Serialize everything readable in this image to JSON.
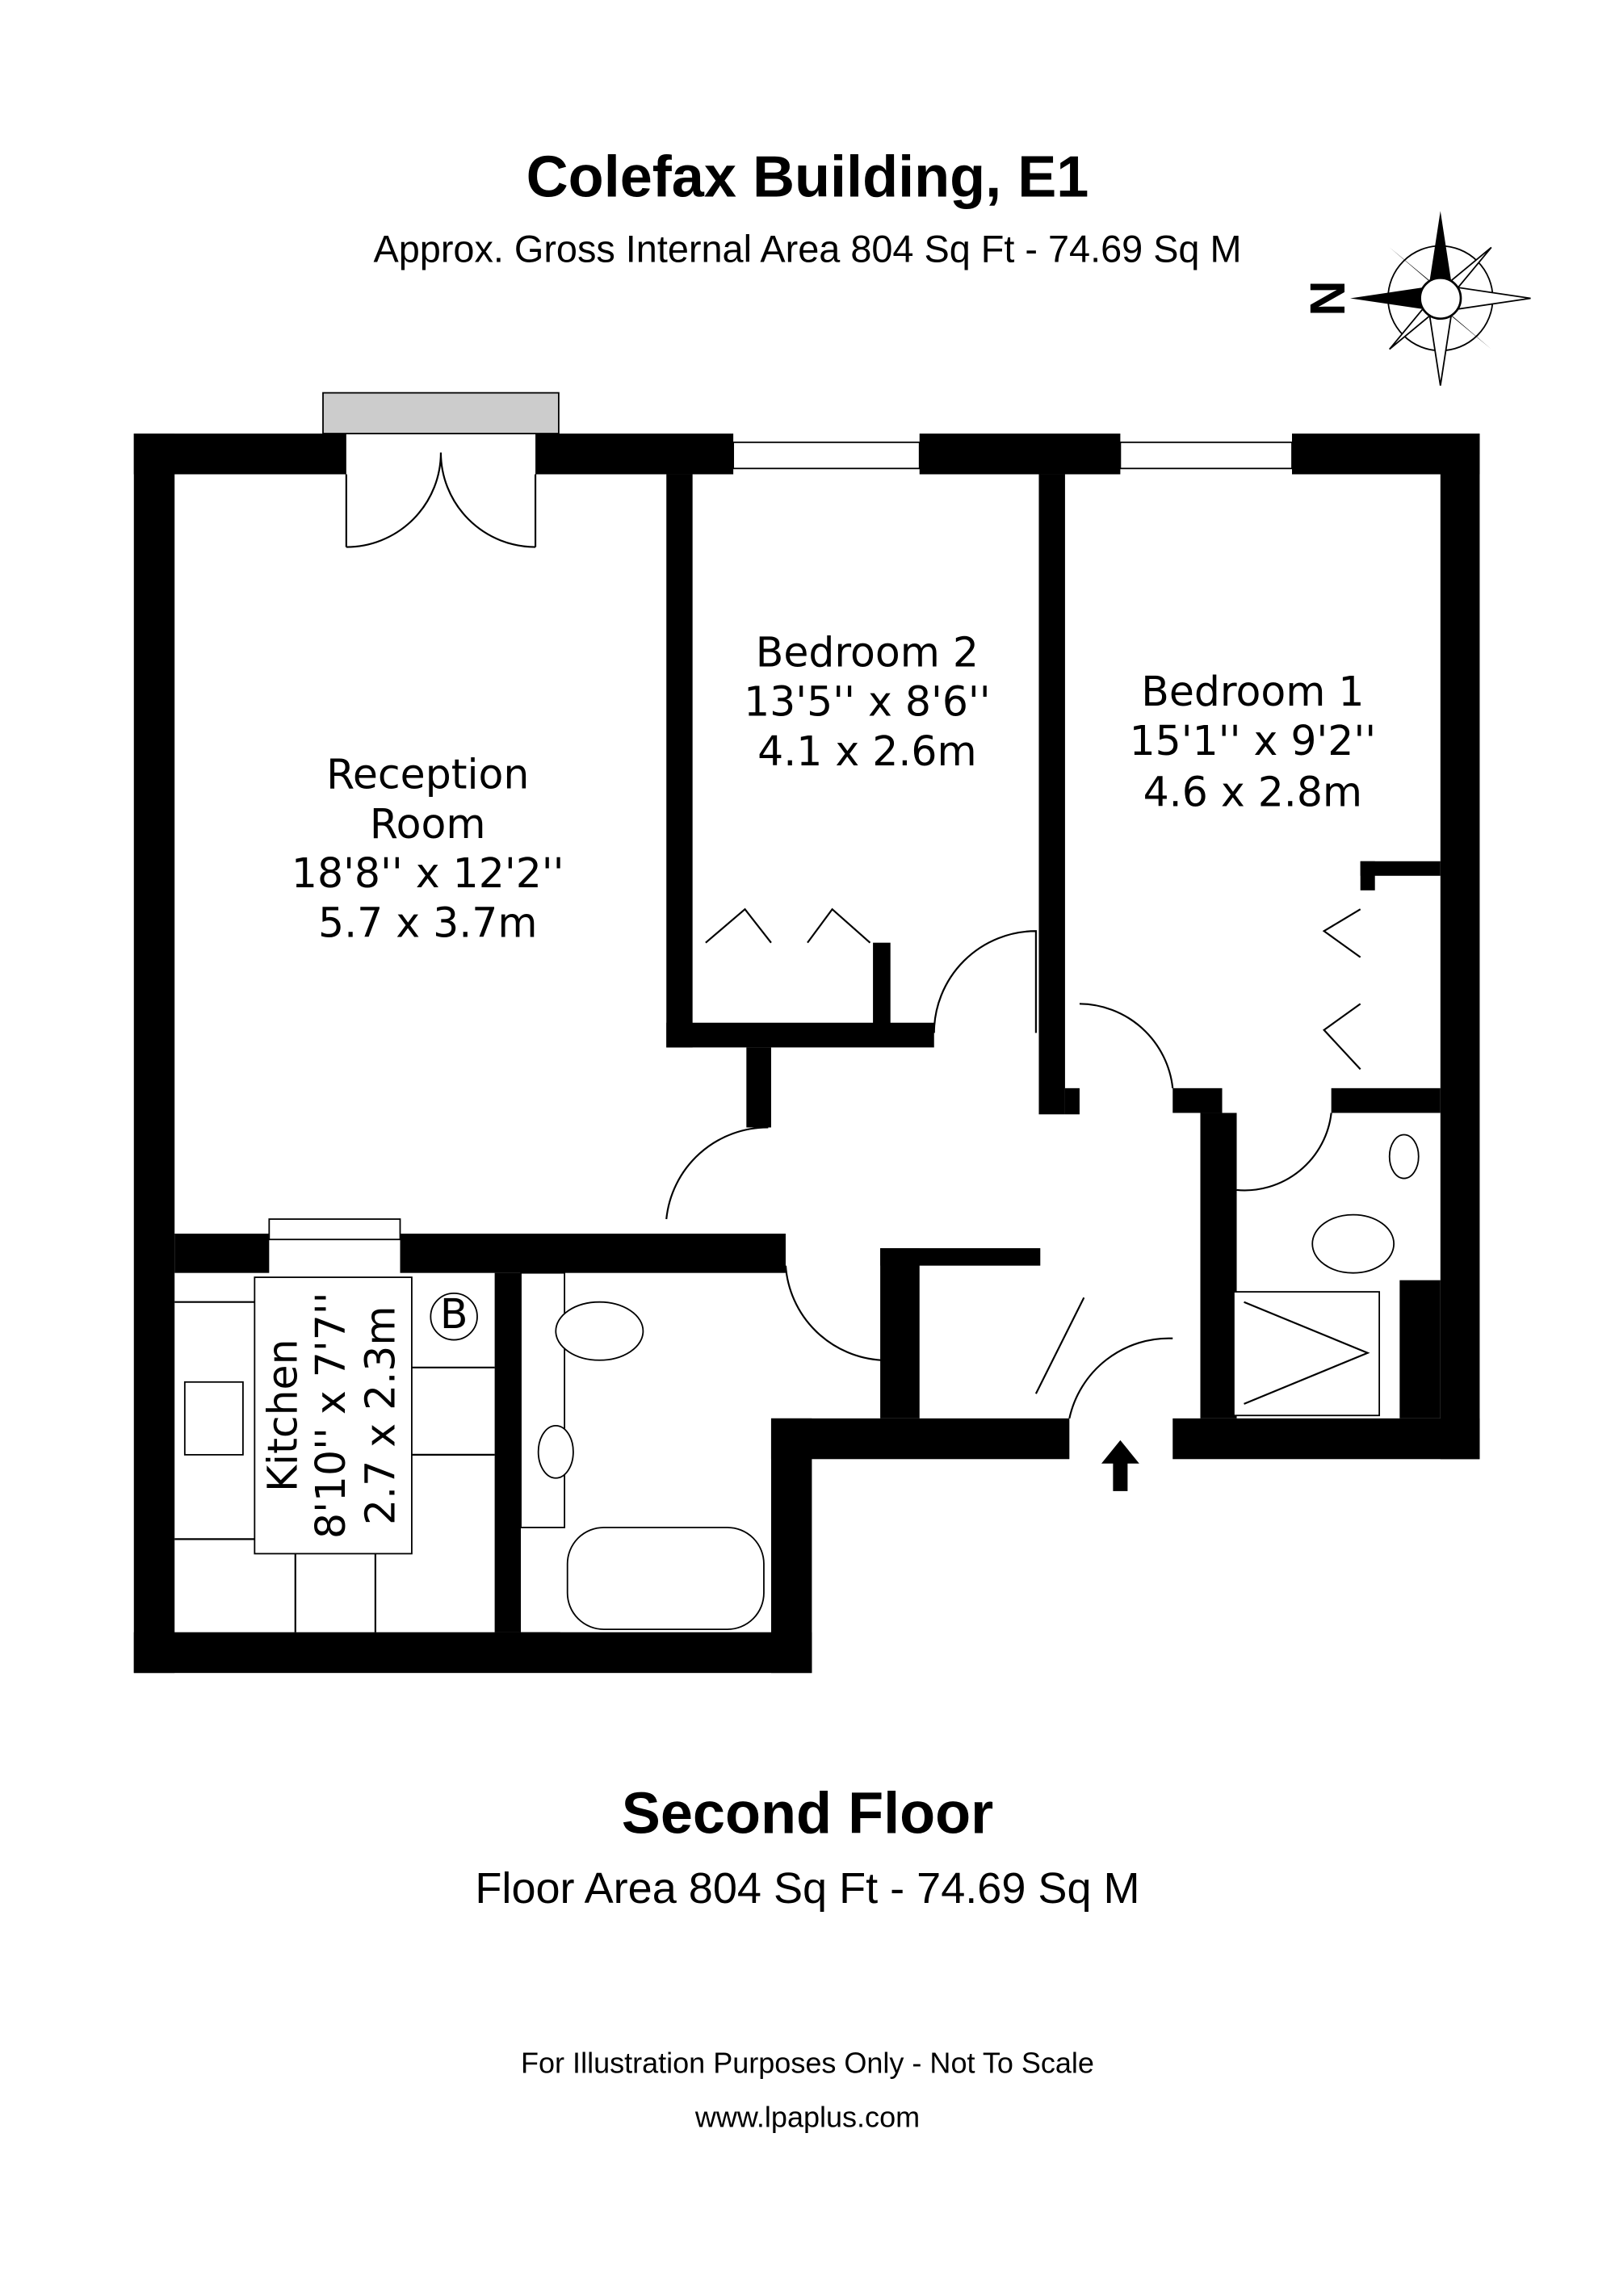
{
  "header": {
    "title": "Colefax Building, E1",
    "subtitle": "Approx. Gross Internal Area 804 Sq Ft - 74.69 Sq M"
  },
  "compass": {
    "label": "N"
  },
  "rooms": {
    "reception": {
      "name1": "Reception",
      "name2": "Room",
      "imperial": "18'8'' x 12'2''",
      "metric": "5.7 x 3.7m"
    },
    "bedroom2": {
      "name": "Bedroom 2",
      "imperial": "13'5'' x 8'6''",
      "metric": "4.1 x 2.6m"
    },
    "bedroom1": {
      "name": "Bedroom 1",
      "imperial": "15'1'' x 9'2''",
      "metric": "4.6 x 2.8m"
    },
    "kitchen": {
      "name": "Kitchen",
      "imperial": "8'10'' x 7'7''",
      "metric": "2.7 x 2.3m"
    },
    "boiler": {
      "label": "B"
    }
  },
  "footer": {
    "floor": "Second Floor",
    "floor_area": "Floor Area 804 Sq Ft - 74.69 Sq M",
    "disclaimer": "For Illustration Purposes Only - Not To Scale",
    "website": "www.lpaplus.com"
  }
}
